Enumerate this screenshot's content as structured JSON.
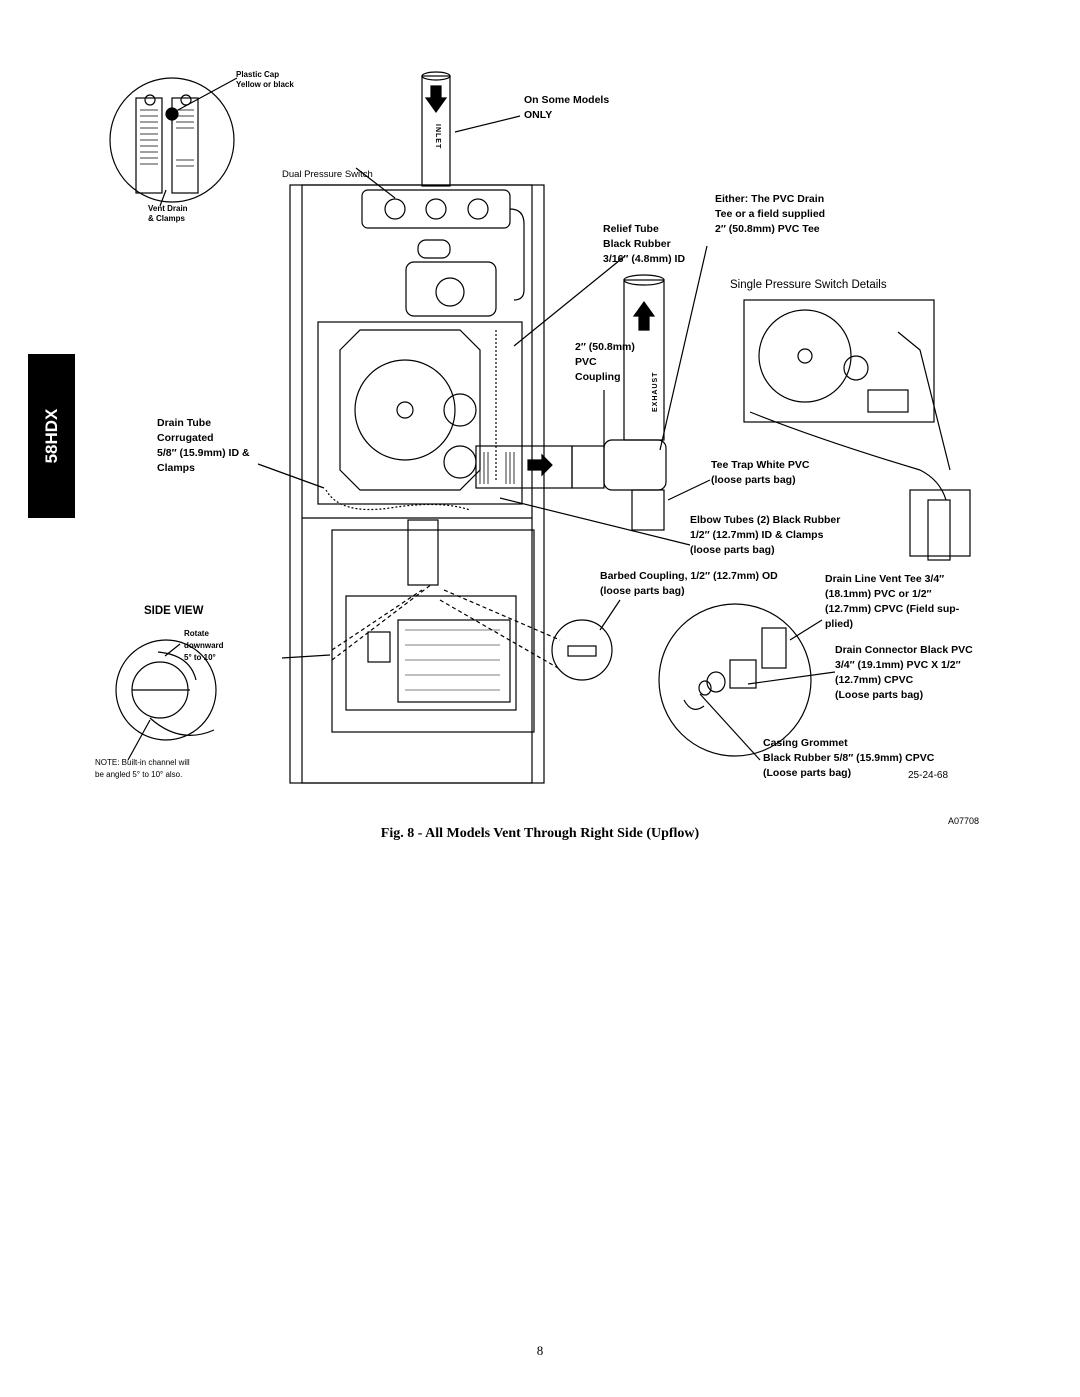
{
  "side_tab": "58HDX",
  "labels": {
    "plastic_cap": [
      "Plastic  Cap",
      "Yellow or black"
    ],
    "vent_drain": [
      "Vent Drain",
      "& Clamps"
    ],
    "on_some_models": [
      "On Some Models",
      "ONLY"
    ],
    "inlet": "INLET",
    "dual_pressure_switch": "Dual Pressure Switch",
    "either_pvc": [
      "Either: The PVC Drain",
      "Tee or a field supplied",
      "2″ (50.8mm) PVC Tee"
    ],
    "relief_tube": [
      "Relief  Tube",
      "Black Rubber",
      "3/16″ (4.8mm) ID"
    ],
    "single_pressure_switch": "Single Pressure Switch Details",
    "pvc_coupling": [
      "2″ (50.8mm)",
      "PVC",
      "Coupling"
    ],
    "exhaust": "EXHAUST",
    "drain_tube": [
      "Drain Tube",
      "Corrugated",
      "5/8″ (15.9mm) ID &",
      "Clamps"
    ],
    "tee_trap": [
      "Tee Trap White  PVC",
      "(loose parts bag)"
    ],
    "elbow_tubes": [
      "Elbow Tubes (2) Black Rubber",
      "1/2″ (12.7mm) ID & Clamps",
      "(loose parts bag)"
    ],
    "barbed_coupling": [
      "Barbed Coupling, 1/2″ (12.7mm) OD",
      "(loose parts bag)"
    ],
    "drain_line_vent_tee": [
      "Drain Line Vent Tee 3/4″",
      "(18.1mm) PVC or 1/2″",
      "(12.7mm) CPVC (Field sup-",
      "plied)"
    ],
    "side_view": "SIDE VIEW",
    "rotate": [
      "Rotate",
      "downward",
      "5° to 10°"
    ],
    "drain_connector": [
      "Drain Connector Black PVC",
      "3/4″ (19.1mm) PVC X 1/2″",
      "(12.7mm) CPVC",
      "(Loose parts bag)"
    ],
    "note": [
      "NOTE: Built-in channel will",
      "be angled 5° to 10°  also."
    ],
    "casing_grommet": [
      "Casing Grommet",
      "Black Rubber 5/8″ (15.9mm) CPVC",
      "(Loose parts bag)"
    ],
    "figure_code": "25-24-68",
    "art_code": "A07708"
  },
  "caption": "Fig. 8 - All Models Vent Through Right Side (Upflow)",
  "page_number": "8"
}
